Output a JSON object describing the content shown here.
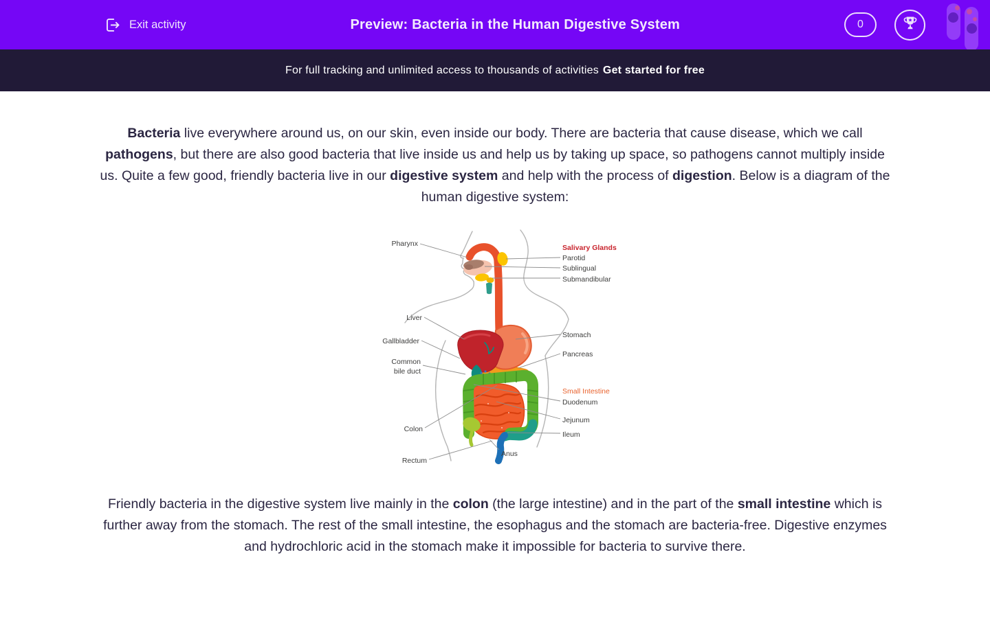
{
  "colors": {
    "header_bg": "#7506f6",
    "banner_bg": "#211a37",
    "text": "#2b2642"
  },
  "header": {
    "exit_label": "Exit activity",
    "title": "Preview: Bacteria in the Human Digestive System",
    "score": "0"
  },
  "banner": {
    "text": "For full tracking and unlimited access to thousands of activities",
    "cta": "Get started for free"
  },
  "intro": {
    "segments": [
      {
        "text": "Bacteria",
        "bold": true
      },
      {
        "text": " live everywhere around us, on our skin, even inside our body. There are bacteria that cause disease, which we call ",
        "bold": false
      },
      {
        "text": "pathogens",
        "bold": true
      },
      {
        "text": ", but there are also good bacteria that live inside us and help us by taking up space, so pathogens cannot multiply inside us. Quite a few good, friendly bacteria live in our ",
        "bold": false
      },
      {
        "text": "digestive system",
        "bold": true
      },
      {
        "text": " and help with the process of ",
        "bold": false
      },
      {
        "text": "digestion",
        "bold": true
      },
      {
        "text": ". Below is a diagram of the human digestive system:",
        "bold": false
      }
    ]
  },
  "outro": {
    "segments": [
      {
        "text": "Friendly bacteria in the digestive system live mainly in the ",
        "bold": false
      },
      {
        "text": "colon",
        "bold": true
      },
      {
        "text": " (the large intestine) and in the part of the ",
        "bold": false
      },
      {
        "text": "small intestine",
        "bold": true
      },
      {
        "text": " which is further away from the stomach. The rest of the small intestine, the esophagus and the stomach are bacteria-free. Digestive enzymes and hydrochloric acid in the stomach make it impossible for bacteria to survive there.",
        "bold": false
      }
    ]
  },
  "diagram": {
    "labels": {
      "pharynx": "Pharynx",
      "salivary_glands": "Salivary Glands",
      "parotid": "Parotid",
      "sublingual": "Sublingual",
      "submandibular": "Submandibular",
      "liver": "Liver",
      "gallbladder": "Gallbladder",
      "common_bile_duct_1": "Common",
      "common_bile_duct_2": "bile duct",
      "stomach": "Stomach",
      "pancreas": "Pancreas",
      "small_intestine": "Small Intestine",
      "duodenum": "Duodenum",
      "jejunum": "Jejunum",
      "ileum": "Ileum",
      "colon": "Colon",
      "rectum": "Rectum",
      "anus": "Anus"
    },
    "colors": {
      "esophagus": "#e8512b",
      "liver": "#c0232b",
      "stomach": "#f07e57",
      "pancreas": "#f29b1c",
      "colon": "#5bb02e",
      "small_intestine": "#f15c2b",
      "sigmoid": "#1f9e8a",
      "rectum": "#1d70b7",
      "gallbladder": "#0e8a7e",
      "cecum": "#a6c832",
      "salivary_label": "#c8232c",
      "intestine_label": "#e8622d"
    }
  }
}
